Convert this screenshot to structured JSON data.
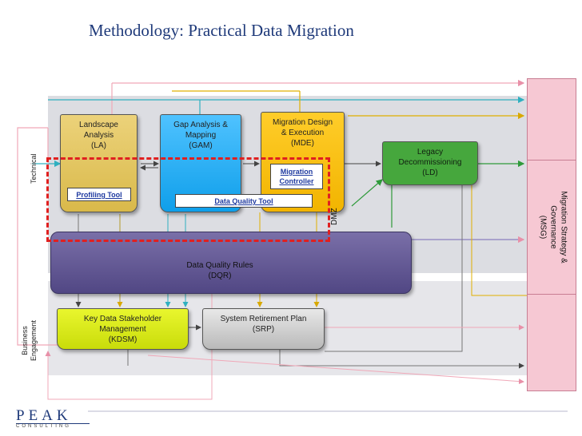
{
  "title": "Methodology: Practical Data Migration",
  "boxes": {
    "la": "Landscape\nAnalysis\n(LA)",
    "gam": "Gap Analysis &\nMapping\n(GAM)",
    "mde": "Migration Design\n& Execution\n(MDE)",
    "ld": "Legacy\nDecommissioning\n(LD)",
    "dqr": "Data Quality Rules\n(DQR)",
    "kdsm": "Key Data Stakeholder\nManagement\n(KDSM)",
    "srp": "System Retirement Plan\n(SRP)",
    "msg": "Migration Strategy &\nGovernance\n(MSG)"
  },
  "tools": {
    "profiling": "Profiling Tool",
    "data_quality": "Data Quality Tool",
    "migration_controller": "Migration\nController"
  },
  "bands": {
    "technical": "Technical",
    "business": "Business\nEngagement"
  },
  "dmz": "DMZ",
  "logo": {
    "word": "PEAK",
    "sub": "CONSULTING"
  },
  "colors": {
    "title": "#1f3a7a",
    "highlight": "#e02020",
    "arrow_pink": "#f0a8b8",
    "arrow_cyan": "#2fb0c0",
    "arrow_green": "#2e9a3a",
    "arrow_yellow": "#e0b000"
  }
}
